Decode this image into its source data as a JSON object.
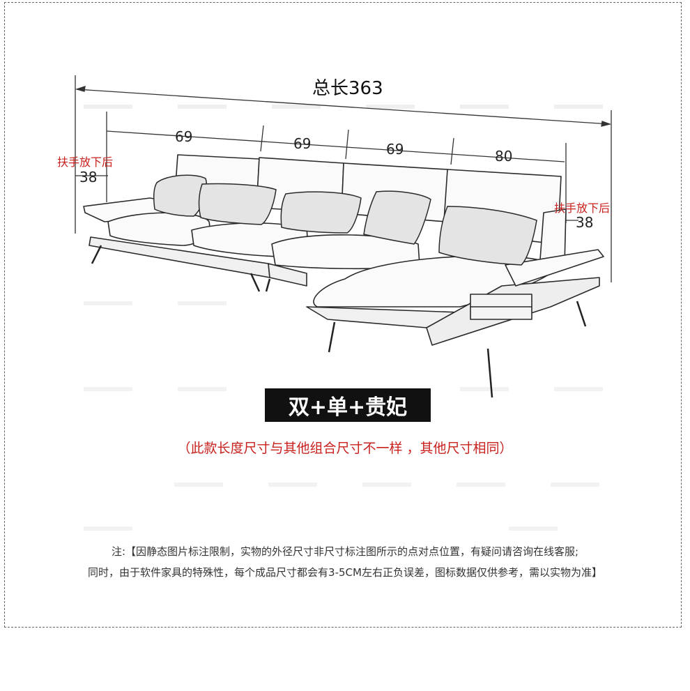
{
  "total_length": "总长363",
  "segments": [
    "69",
    "69",
    "69",
    "80"
  ],
  "armrest_note_left": "扶手放下后",
  "armrest_note_right": "扶手放下后",
  "height_left": "38",
  "height_right": "38",
  "config_label": "双+单+贵妃",
  "size_remark": "（此款长度尺寸与其他组合尺寸不一样 ，其他尺寸相同）",
  "note_line1": "注:【因静态图片标注限制，实物的外径尺寸非尺寸标注图所示的点对点位置，有疑问请咨询在线客服;",
  "note_line2": "同时，由于软件家具的特殊性，每个成品尺寸都会有3-5CM左右正负误差，图标数据仅供参考，需以实物为准】",
  "colors": {
    "red": "#c8211e",
    "black": "#111111",
    "frame": "#666666"
  }
}
